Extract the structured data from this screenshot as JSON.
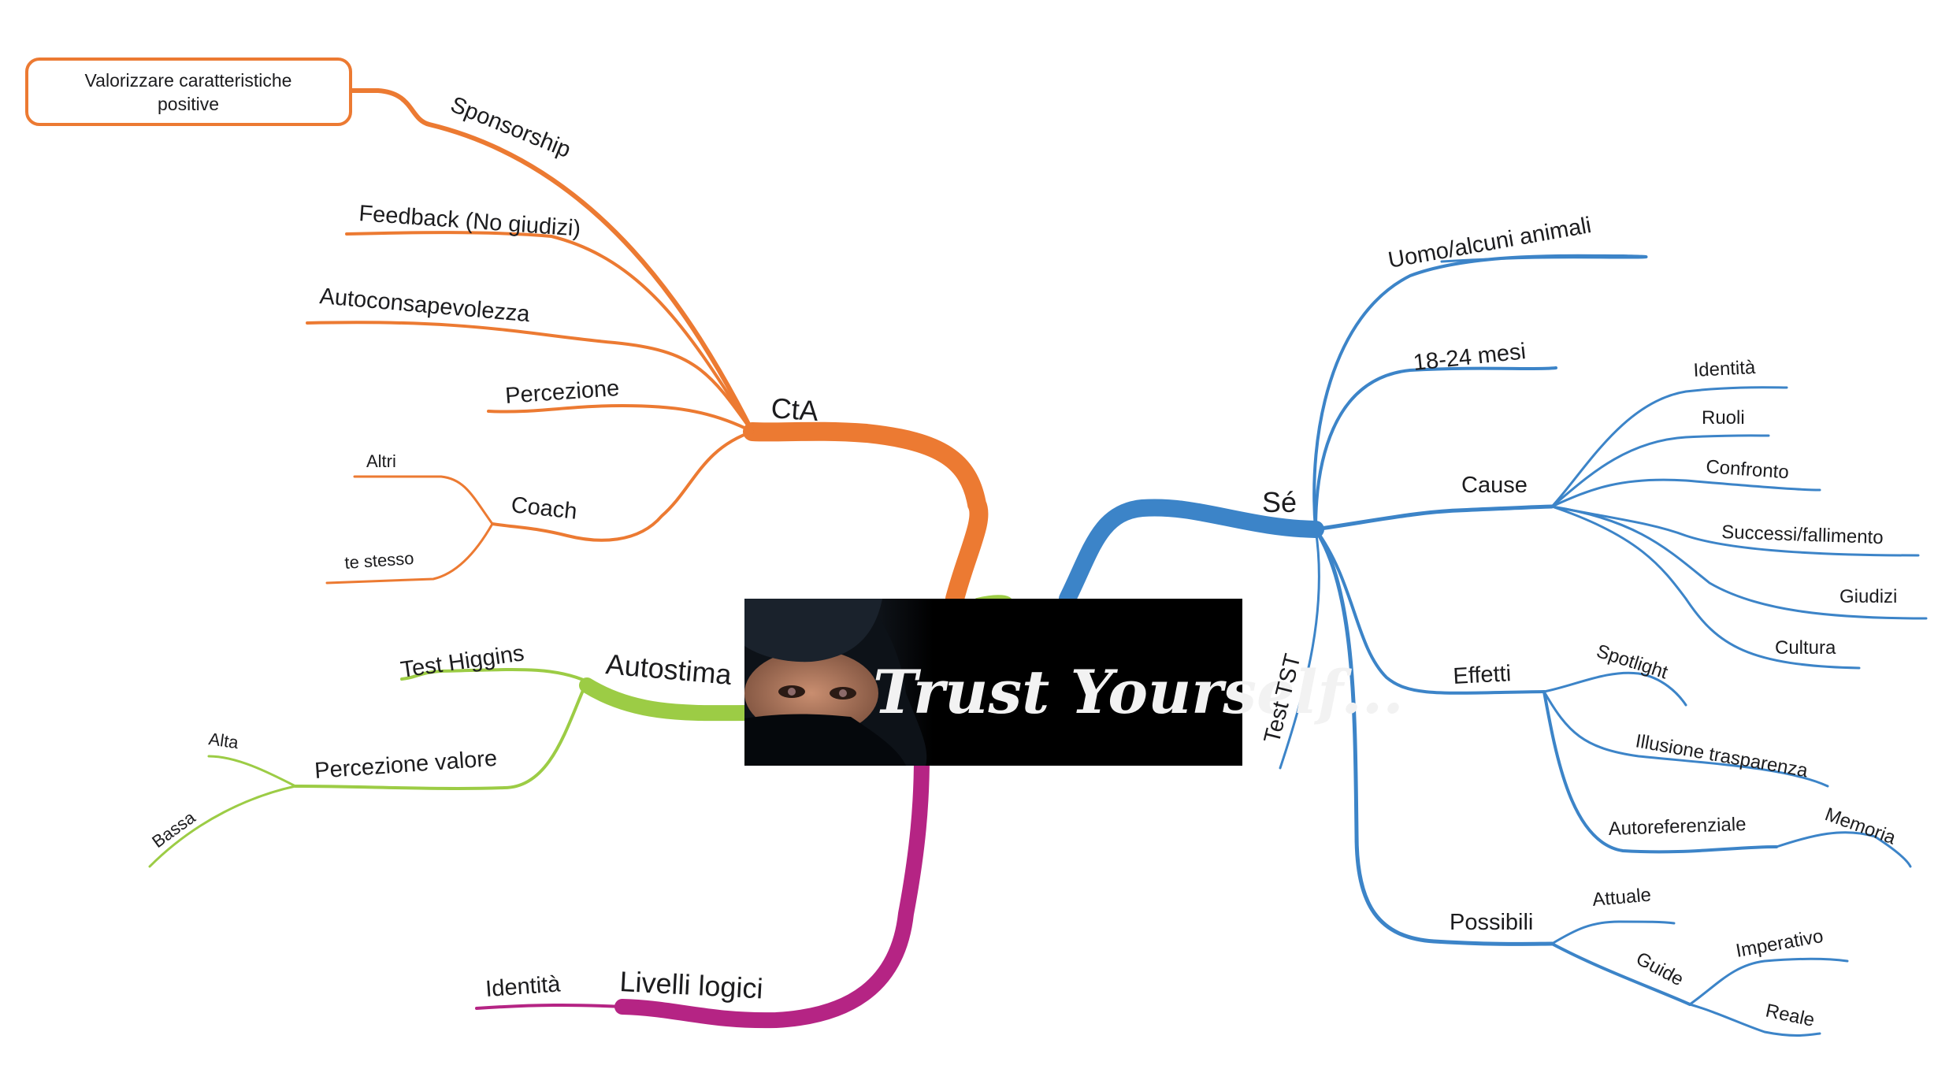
{
  "colors": {
    "orange": "#ec7a32",
    "blue": "#3c84c8",
    "green": "#9ccc45",
    "magenta": "#b52484",
    "text": "#1c1c1e"
  },
  "central": {
    "image_text": "Trust Yourself..."
  },
  "cta": {
    "label": "CtA",
    "sponsorship": "Sponsorship",
    "sponsorship_note_line1": "Valorizzare caratteristiche",
    "sponsorship_note_line2": "positive",
    "feedback": "Feedback (No giudizi)",
    "autoconsapevolezza": "Autoconsapevolezza",
    "percezione": "Percezione",
    "coach": "Coach",
    "coach_altri": "Altri",
    "coach_te_stesso": "te stesso"
  },
  "autostima": {
    "label": "Autostima",
    "test_higgins": "Test Higgins",
    "percezione_valore": "Percezione valore",
    "alta": "Alta",
    "bassa": "Bassa"
  },
  "livelli": {
    "label": "Livelli logici",
    "identita": "Identità"
  },
  "se": {
    "label": "Sé",
    "uomo": "Uomo/alcuni animali",
    "mesi": "18-24 mesi",
    "test_tst": "Test TST",
    "cause": {
      "label": "Cause",
      "identita": "Identità",
      "ruoli": "Ruoli",
      "confronto": "Confronto",
      "successi": "Successi/fallimento",
      "giudizi": "Giudizi",
      "cultura": "Cultura"
    },
    "effetti": {
      "label": "Effetti",
      "spotlight": "Spotlight",
      "illusione": "Illusione trasparenza",
      "autoreferenziale": "Autoreferenziale",
      "memoria": "Memoria"
    },
    "possibili": {
      "label": "Possibili",
      "attuale": "Attuale",
      "guide": "Guide",
      "imperativo": "Imperativo",
      "reale": "Reale"
    }
  }
}
